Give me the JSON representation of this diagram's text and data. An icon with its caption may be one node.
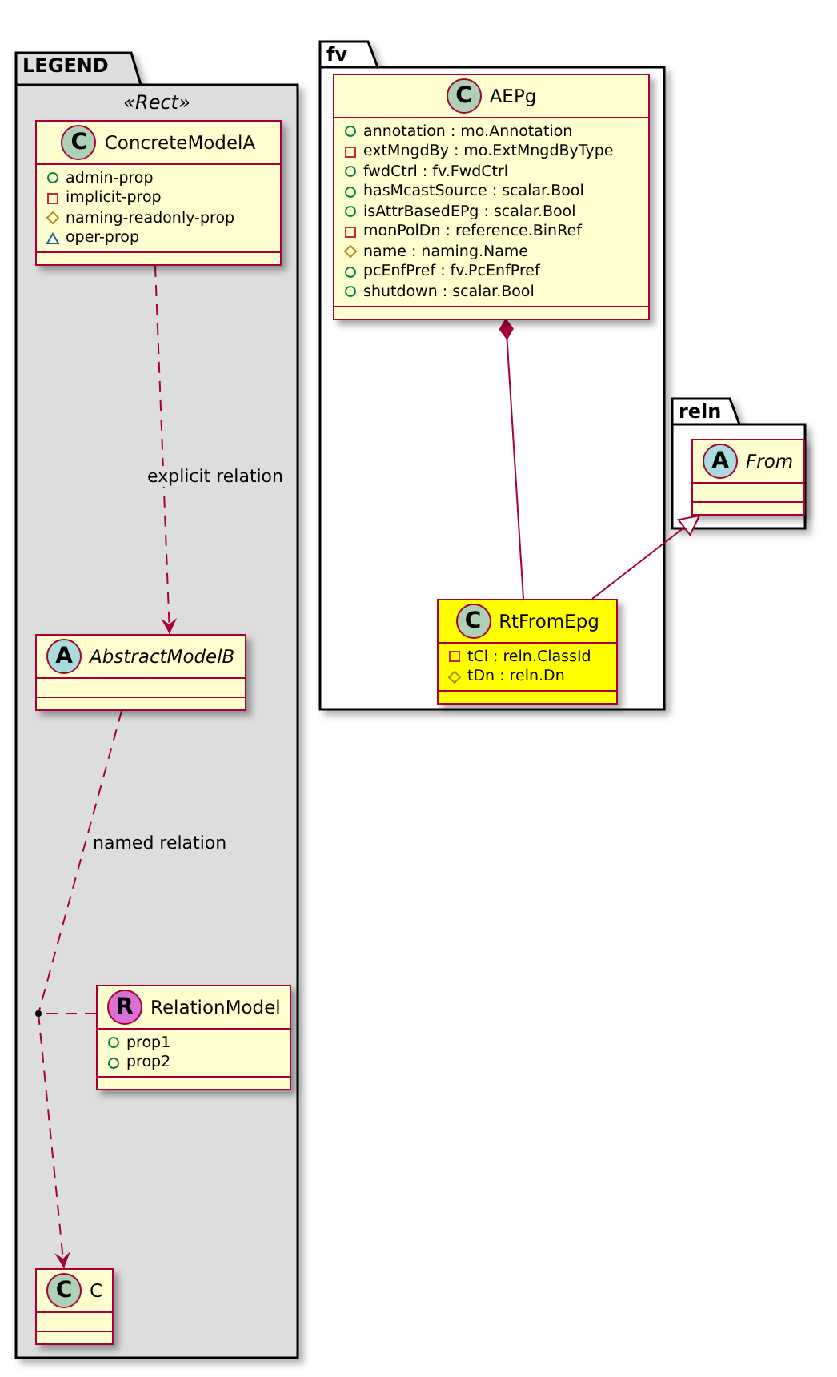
{
  "diagram": {
    "nodes": [
      {
        "text": [
          "LEGEND",
          "«Rect»"
        ]
      },
      {
        "text": [
          "C",
          "ConcreteModelA",
          "admin-prop",
          "implicit-prop",
          "naming-readonly-prop",
          "oper-prop"
        ],
        "in": 0
      },
      {
        "text": [
          "A",
          "AbstractModelB"
        ],
        "in": 0
      },
      {
        "text": [
          "R",
          "RelationModel",
          "prop1",
          "prop2"
        ],
        "in": 0
      },
      {
        "text": [],
        "shape": "circle",
        "in": 0
      },
      {
        "text": [
          "C",
          "C"
        ],
        "in": 0
      },
      {
        "text": [
          "fv"
        ]
      },
      {
        "text": [
          "C",
          "AEPg",
          "annotation : mo.Annotation",
          "extMngdBy : mo.ExtMngdByType",
          "fwdCtrl : fv.FwdCtrl",
          "hasMcastSource : scalar.Bool",
          "isAttrBasedEPg : scalar.Bool",
          "monPolDn : reference.BinRef",
          "name : naming.Name",
          "pcEnfPref : fv.PcEnfPref",
          "shutdown : scalar.Bool"
        ],
        "in": 6
      },
      {
        "text": [
          "C",
          "RtFromEpg",
          "tCl : reln.ClassId",
          "tDn : reln.Dn"
        ],
        "in": 6
      },
      {
        "text": [
          "reln"
        ]
      },
      {
        "text": [
          "A",
          "From"
        ],
        "in": 9
      }
    ],
    "edges": [
      {
        "from": 1,
        "to": 2,
        "arrow": "to",
        "style": "dashed",
        "label": "explicit relation"
      },
      {
        "from": 2,
        "to": 4,
        "arrow": "none",
        "style": "dashed",
        "label": "named relation"
      },
      {
        "from": 4,
        "to": 5,
        "arrow": "to",
        "style": "dashed"
      },
      {
        "from": 3,
        "to": 4,
        "arrow": "none",
        "style": "dashed"
      },
      {
        "from": 7,
        "to": 8,
        "arrow": "other"
      },
      {
        "from": 8,
        "to": 10,
        "arrow": "to"
      }
    ]
  }
}
